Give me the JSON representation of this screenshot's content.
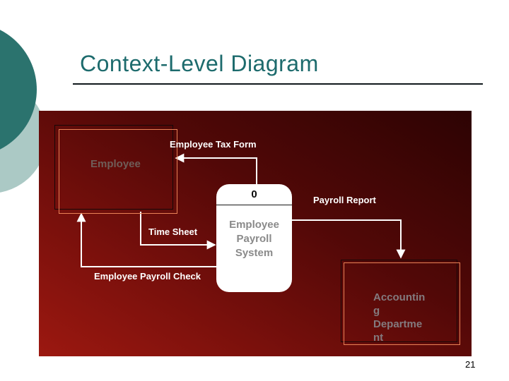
{
  "slide": {
    "title": "Context-Level Diagram",
    "page_number": "21"
  },
  "diagram": {
    "entities": {
      "employee": {
        "label": "Employee"
      },
      "process": {
        "number": "0",
        "label": "Employee Payroll System",
        "lines": [
          "Employee",
          "Payroll",
          "System"
        ]
      },
      "accounting": {
        "label": "Accounting Department",
        "lines": [
          "Accountin",
          "g",
          "Departme",
          "nt"
        ]
      }
    },
    "flows": {
      "tax_form": {
        "label": "Employee Tax Form",
        "from": "process",
        "to": "employee"
      },
      "time_sheet": {
        "label": "Time Sheet",
        "from": "employee",
        "to": "process"
      },
      "payroll_check": {
        "label": "Employee Payroll Check",
        "from": "process",
        "to": "employee"
      },
      "payroll_report": {
        "label": "Payroll Report",
        "from": "process",
        "to": "accounting"
      }
    }
  },
  "colors": {
    "title_teal": "#1d6b6d",
    "circle_dark_teal": "#2b736e",
    "circle_light_teal": "#abc9c5",
    "panel_gradient_dark": "#2d0303",
    "panel_gradient_bright": "#9c1810",
    "entity_border_orange": "#ea8257",
    "entity_border_black": "#160808",
    "flow_line_white": "#ffffff",
    "employee_text_gray": "#6f5d58",
    "process_text_gray": "#8a8a8a",
    "accounting_text_gray": "#837a7e"
  }
}
